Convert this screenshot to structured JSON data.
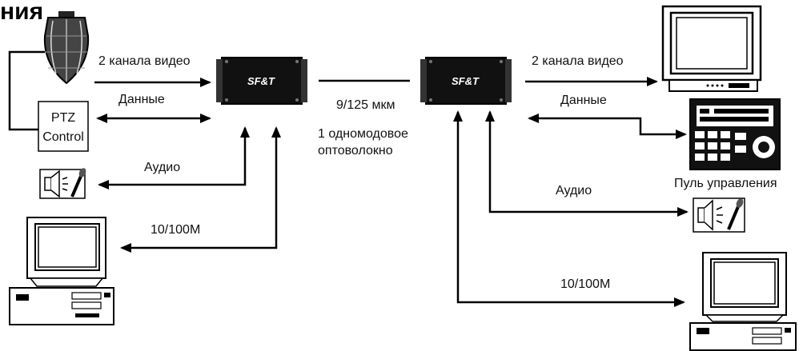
{
  "heading": "ния",
  "converter_left": {
    "brand": "SF&T"
  },
  "converter_right": {
    "brand": "SF&T"
  },
  "left": {
    "video_label": "2 канала видео",
    "data_label": "Данные",
    "ptz_line1": "PTZ",
    "ptz_line2": "Control",
    "audio_label": "Аудио",
    "ethernet_label": "10/100M"
  },
  "fiber": {
    "spec_label": "9/125 мкм",
    "type_line1": "1 одномодовое",
    "type_line2": "оптоволокно"
  },
  "right": {
    "video_label": "2 канала видео",
    "data_label": "Данные",
    "keyboard_label": "Пуль управления",
    "audio_label": "Аудио",
    "ethernet_label": "10/100M"
  },
  "icons": {
    "dome_camera": "dome-camera-icon",
    "monitor": "crt-monitor-icon",
    "keyboard": "ptz-keyboard-icon",
    "audio": "speaker-microphone-icon",
    "pc": "desktop-pc-icon"
  }
}
